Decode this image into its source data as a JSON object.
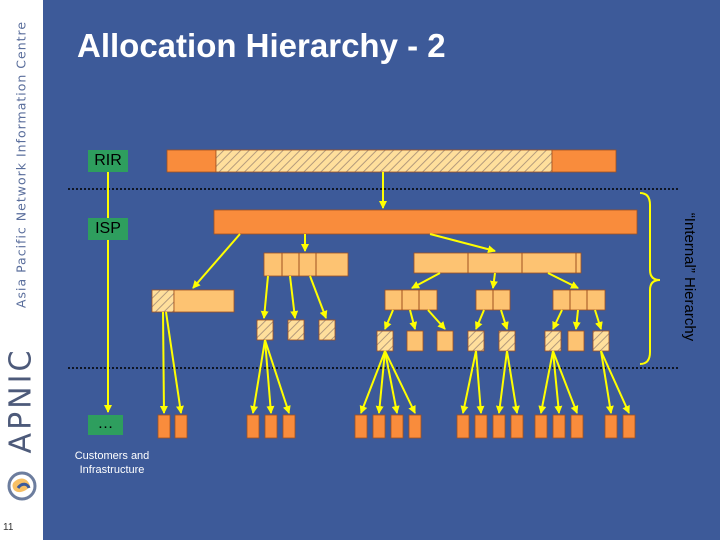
{
  "slide": {
    "title": "Allocation Hierarchy - 2",
    "number": "11",
    "background_color": "#3d5a99"
  },
  "sidebar": {
    "tagline": "Asia Pacific Network Information Centre",
    "logo_text": "APNIC",
    "logo_icon": "globe-icon"
  },
  "diagram": {
    "levels": [
      {
        "label": "RIR"
      },
      {
        "label": "ISP"
      },
      {
        "label": "…"
      }
    ],
    "leaf_label": [
      "Customers and",
      "Infrastructure"
    ],
    "bracket_label": "“Internal” Hierarchy",
    "colors": {
      "block": "#f98c3c",
      "hatch": "#ffdf9c",
      "light_block": "#fdc372",
      "arrow": "#ffff00",
      "label_bg": "#2e9e5e"
    }
  }
}
